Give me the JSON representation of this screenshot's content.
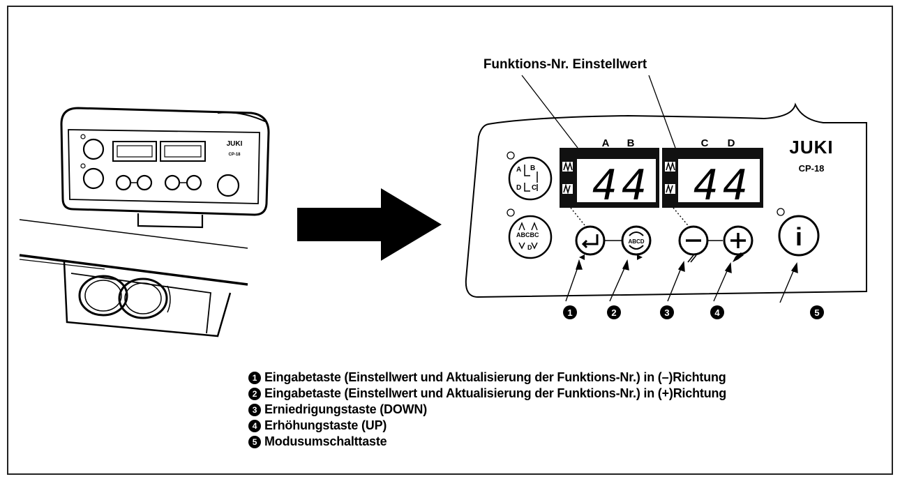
{
  "panel": {
    "header": "Funktions-Nr. Einstellwert",
    "brand": "JUKI",
    "model": "CP-18",
    "letters": [
      "A",
      "B",
      "C",
      "D"
    ],
    "display_left": "44",
    "display_right": "44",
    "sketch_brand": "JUKI",
    "sketch_model": "CP-18",
    "abcd_label": "ABCD",
    "info_symbol": "i"
  },
  "callouts": [
    "1",
    "2",
    "3",
    "4",
    "5"
  ],
  "legend": [
    {
      "num": "1",
      "text": "Eingabetaste (Einstellwert und Aktualisierung der Funktions-Nr.) in (–)Richtung"
    },
    {
      "num": "2",
      "text": "Eingabetaste (Einstellwert und Aktualisierung der Funktions-Nr.) in (+)Richtung"
    },
    {
      "num": "3",
      "text": "Erniedrigungstaste (DOWN)"
    },
    {
      "num": "4",
      "text": "Erhöhungstaste (UP)"
    },
    {
      "num": "5",
      "text": "Modusumschalttaste"
    }
  ],
  "colors": {
    "ink": "#000000",
    "paper": "#ffffff",
    "display": "#111111"
  }
}
